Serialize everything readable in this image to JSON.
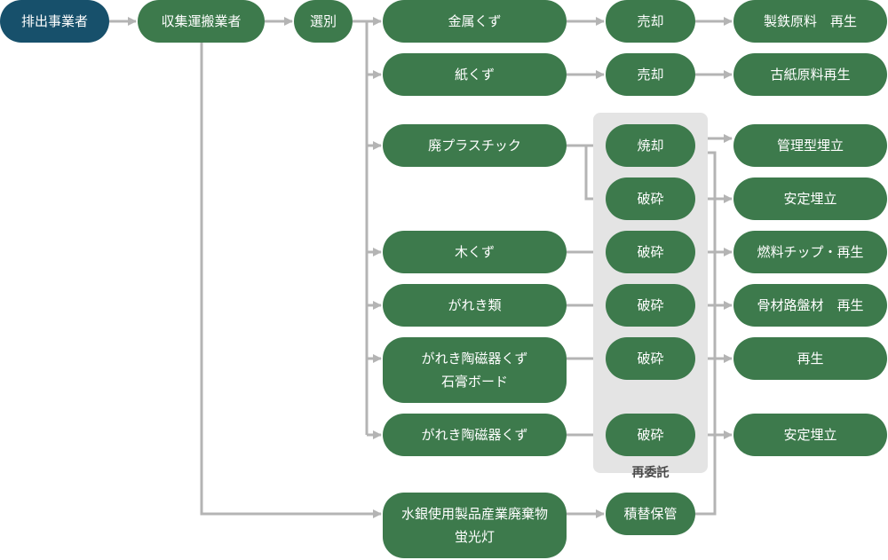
{
  "colors": {
    "source": "#17506b",
    "node": "#3d7a4c",
    "arrow": "#b4b4b4",
    "zone": "#e4e4e4"
  },
  "nodes": {
    "emitter": "排出事業者",
    "collector": "収集運搬業者",
    "sorting": "選別",
    "metal_scrap": "金属くず",
    "paper_scrap": "紙くず",
    "waste_plastic": "廃プラスチック",
    "wood_scrap": "木くず",
    "rubble": "がれき類",
    "ceramic_gypsum": {
      "line1": "がれき陶磁器くず",
      "line2": "石膏ボード"
    },
    "ceramic": "がれき陶磁器くず",
    "mercury_waste": {
      "line1": "水銀使用製品産業廃棄物",
      "line2": "蛍光灯"
    }
  },
  "processes": {
    "sell_metal": "売却",
    "sell_paper": "売却",
    "incinerate": "焼却",
    "crush_plastic": "破砕",
    "crush_wood": "破砕",
    "crush_rubble": "破砕",
    "crush_ceramic_gypsum": "破砕",
    "crush_ceramic": "破砕",
    "transship": "積替保管"
  },
  "outcomes": {
    "steel_material": "製鉄原料　再生",
    "paper_material": "古紙原料再生",
    "managed_landfill": "管理型埋立",
    "stable_landfill_1": "安定埋立",
    "fuel_chip": "燃料チップ・再生",
    "aggregate": "骨材路盤材　再生",
    "recycle": "再生",
    "stable_landfill_2": "安定埋立"
  },
  "subcontract_label": "再委託"
}
